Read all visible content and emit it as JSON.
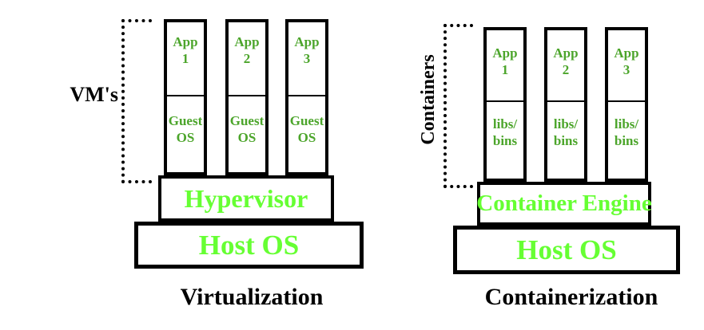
{
  "colors": {
    "layer_text_green": "#66FF33",
    "stack_text_green": "#4CA52B",
    "line_black": "#000000"
  },
  "virtualization": {
    "caption": "Virtualization",
    "bracket_label": "VM's",
    "stacks": [
      {
        "top_line1": "App",
        "top_line2": "1",
        "bottom_line1": "Guest",
        "bottom_line2": "OS"
      },
      {
        "top_line1": "App",
        "top_line2": "2",
        "bottom_line1": "Guest",
        "bottom_line2": "OS"
      },
      {
        "top_line1": "App",
        "top_line2": "3",
        "bottom_line1": "Guest",
        "bottom_line2": "OS"
      }
    ],
    "middle_layer": "Hypervisor",
    "base_layer": "Host OS"
  },
  "containerization": {
    "caption": "Containerization",
    "bracket_label": "Containers",
    "stacks": [
      {
        "top_line1": "App",
        "top_line2": "1",
        "bottom_line1": "libs/",
        "bottom_line2": "bins"
      },
      {
        "top_line1": "App",
        "top_line2": "2",
        "bottom_line1": "libs/",
        "bottom_line2": "bins"
      },
      {
        "top_line1": "App",
        "top_line2": "3",
        "bottom_line1": "libs/",
        "bottom_line2": "bins"
      }
    ],
    "middle_layer": "Container Engine",
    "base_layer": "Host OS"
  }
}
